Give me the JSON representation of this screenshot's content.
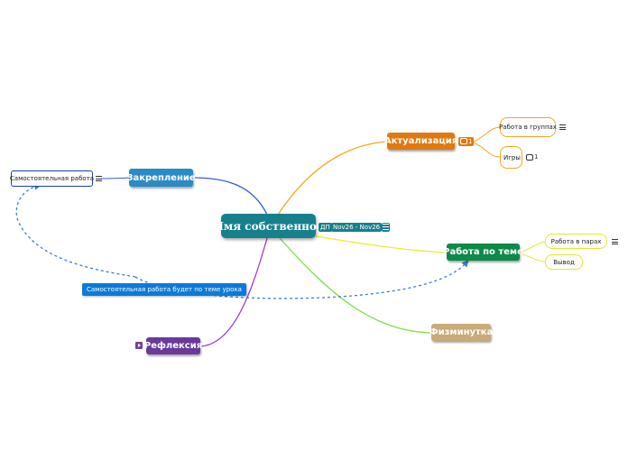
{
  "map": {
    "root": {
      "label": "Имя собственное",
      "badge_resource": "ДП",
      "badge_dates": "Nov26 - Nov26",
      "color": "#17808d"
    },
    "topics": {
      "aktualizatsiya": {
        "label": "Актуализация",
        "color": "#e07a10",
        "comment_count": "1"
      },
      "zakreplenie": {
        "label": "Закрепление",
        "color": "#2a8bc6"
      },
      "rabota_po_teme": {
        "label": "Работа по теме",
        "color": "#0d8a4a"
      },
      "fizminutka": {
        "label": "Физминутка",
        "color": "#c9aa78"
      },
      "refleksiya": {
        "label": "Рефлексия",
        "color": "#6a3a9a"
      }
    },
    "subtopics": {
      "rabota_v_gruppah": {
        "label": "Работа в группах"
      },
      "igry": {
        "label": "Игры",
        "comment_count": "1"
      },
      "samostoyatelnaya_rabota": {
        "label": "Самостоятельная работа"
      },
      "rabota_v_parah": {
        "label": "Работа в парах"
      },
      "vyvod": {
        "label": "Вывод"
      }
    },
    "relationship": {
      "label": "Самостоятельная работа будет по теме урока",
      "color": "#0a7bd8"
    },
    "colors": {
      "link_aktualizatsiya": "#f5a623",
      "link_zakreplenie": "#2e5ee6",
      "link_rabota_po_teme": "#e8ee2a",
      "link_fizminutka": "#7be03a",
      "link_refleksiya": "#9b3ad8",
      "sub_aktualizatsiya": "#f5a623",
      "sub_zakreplenie": "#1a3fa8",
      "sub_rabota_po_teme": "#e3e82a"
    }
  }
}
